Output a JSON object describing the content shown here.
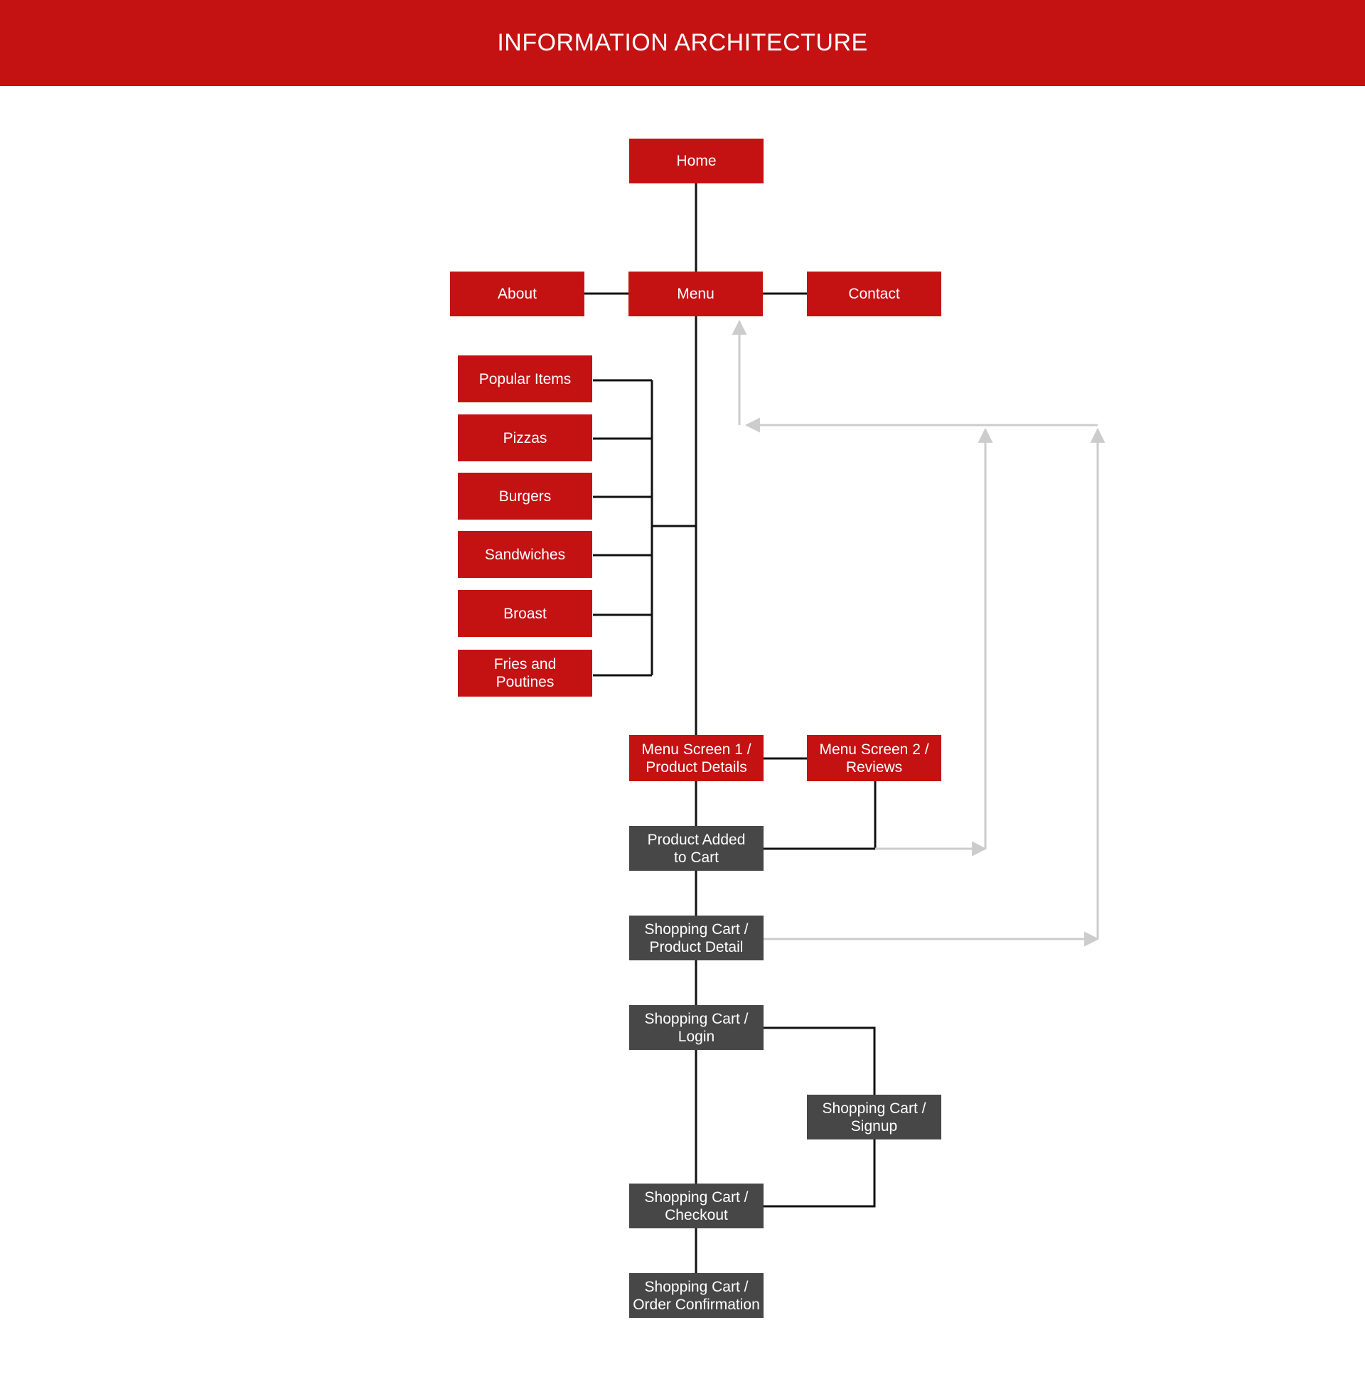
{
  "header": {
    "title": "INFORMATION ARCHITECTURE"
  },
  "colors": {
    "header_bg": "#c41213",
    "primary_node": "#c41213",
    "secondary_node": "#474747",
    "connector": "#111111",
    "back_link": "#cccccc"
  },
  "nodes": {
    "home": "Home",
    "about": "About",
    "menu": "Menu",
    "contact": "Contact",
    "popular_items": "Popular Items",
    "pizzas": "Pizzas",
    "burgers": "Burgers",
    "sandwiches": "Sandwiches",
    "broast": "Broast",
    "fries_poutines": "Fries and\nPoutines",
    "menu_screen_1": "Menu Screen 1 /\nProduct Details",
    "menu_screen_2": "Menu Screen 2 /\nReviews",
    "product_added": "Product Added\nto Cart",
    "cart_product_detail": "Shopping Cart /\nProduct Detail",
    "cart_login": "Shopping Cart /\nLogin",
    "cart_signup": "Shopping Cart /\nSignup",
    "cart_checkout": "Shopping Cart /\nCheckout",
    "cart_order_confirmation": "Shopping Cart /\nOrder Confirmation"
  }
}
